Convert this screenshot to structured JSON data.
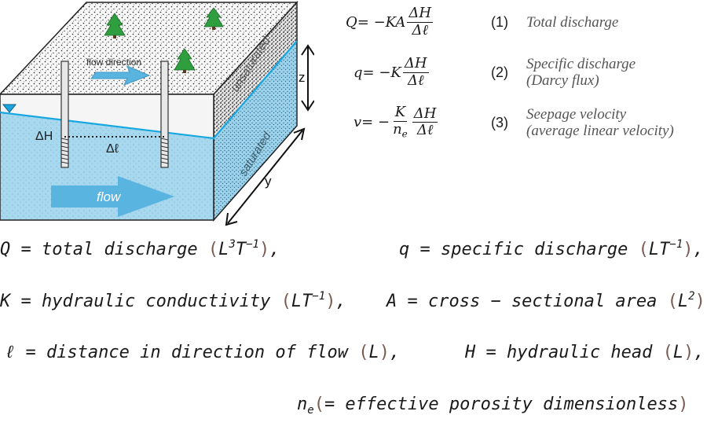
{
  "diagram": {
    "labels": {
      "flow_direction": "flow direction",
      "unsaturated": "unsaturated",
      "saturated": "saturated",
      "z": "z",
      "y": "y",
      "delta_h": "ΔH",
      "delta_l": "Δℓ",
      "flow": "flow"
    },
    "colors": {
      "water": "#a8d8ee",
      "water_line": "#19a7e0",
      "trees": "#2e9e3e",
      "arrow": "#5ab4e0",
      "soil": "#f4f4f4"
    }
  },
  "equations": [
    {
      "lhs": "Q",
      "eq": " = −",
      "coef": "KA",
      "frac_num": "ΔH",
      "frac_den": "Δℓ",
      "number": "(1)",
      "name_lines": [
        "Total discharge"
      ]
    },
    {
      "lhs": "q",
      "eq": " = −",
      "coef": "K",
      "frac_num": "ΔH",
      "frac_den": "Δℓ",
      "number": "(2)",
      "name_lines": [
        "Specific discharge",
        "(Darcy flux)"
      ]
    },
    {
      "lhs": "v",
      "eq": " = −",
      "coef_frac_num": "K",
      "coef_frac_den": "n",
      "coef_frac_den_sub": "e",
      "frac_num": "ΔH",
      "frac_den": "Δℓ",
      "number": "(3)",
      "name_lines": [
        "Seepage velocity",
        "(average linear velocity)"
      ]
    }
  ],
  "definitions": {
    "Q": {
      "text": "Q = total discharge ",
      "open": "(",
      "unit_a": "L",
      "sup_a": "3",
      "unit_b": "T",
      "sup_b": "−1",
      "close": ")",
      "tail": ","
    },
    "q": {
      "text": "q = specific discharge ",
      "open": "(",
      "unit_a": "LT",
      "sup_a": "−1",
      "close": ")",
      "tail": ","
    },
    "K": {
      "text": "K = hydraulic conductivity ",
      "open": "(",
      "unit_a": "LT",
      "sup_a": "−1",
      "close": ")",
      "tail": ","
    },
    "A": {
      "text": "A = cross − sectional area ",
      "open": "(",
      "unit_a": "L",
      "sup_a": "2",
      "close": ")",
      "tail": ","
    },
    "l": {
      "text": "ℓ = distance in direction of flow ",
      "open": "(",
      "unit_a": "L",
      "close": ")",
      "tail": ","
    },
    "H": {
      "text": "H = hydraulic head ",
      "open": "(",
      "unit_a": "L",
      "close": ")",
      "tail": ","
    },
    "ne": {
      "base": "n",
      "sub": "e",
      "open": "(",
      "text": "= effective porosity dimensionless",
      "close": ")"
    }
  }
}
